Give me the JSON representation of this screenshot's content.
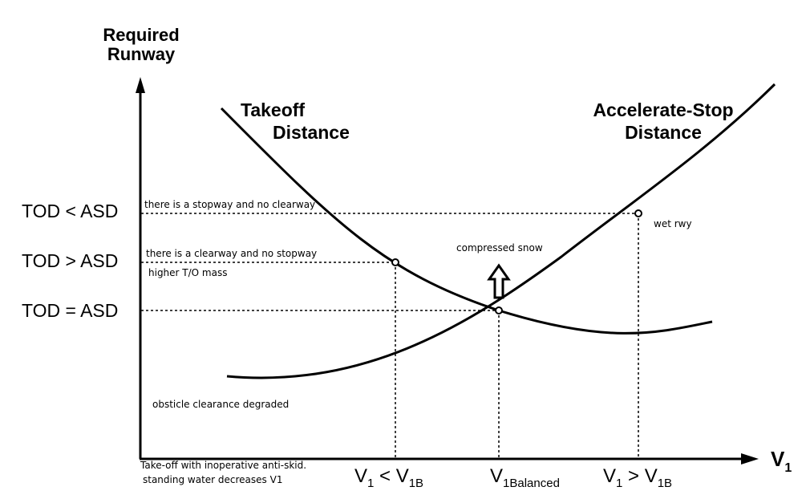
{
  "axes": {
    "y_title_line1": "Required",
    "y_title_line2": "Runway",
    "x_main": "V",
    "x_sub": "1"
  },
  "curves": {
    "takeoff_line1": "Takeoff",
    "takeoff_line2": "Distance",
    "asd_line1": "Accelerate-Stop",
    "asd_line2": "Distance"
  },
  "y_levels": {
    "tod_lt_asd": "TOD < ASD",
    "tod_gt_asd": "TOD > ASD",
    "tod_eq_asd": "TOD = ASD"
  },
  "x_ticks": {
    "left_main": "V",
    "left_sub": "1",
    "left_op": " < V",
    "left_sub2": "1B",
    "mid_main": "V",
    "mid_sub": "1Balanced",
    "right_main": "V",
    "right_sub": "1",
    "right_op": " > V",
    "right_sub2": "1B"
  },
  "annotations": {
    "stopway": "there is a stopway and no clearway",
    "clearway": "there is a clearway and no stopway",
    "higher_mass": "higher T/O mass",
    "compressed_snow": "compressed snow",
    "wet_rwy": "wet rwy",
    "obstacle": "obsticle clearance degraded",
    "antiskid": "Take-off with inoperative anti-skid.",
    "standing_water": "standing water decreases V1"
  }
}
